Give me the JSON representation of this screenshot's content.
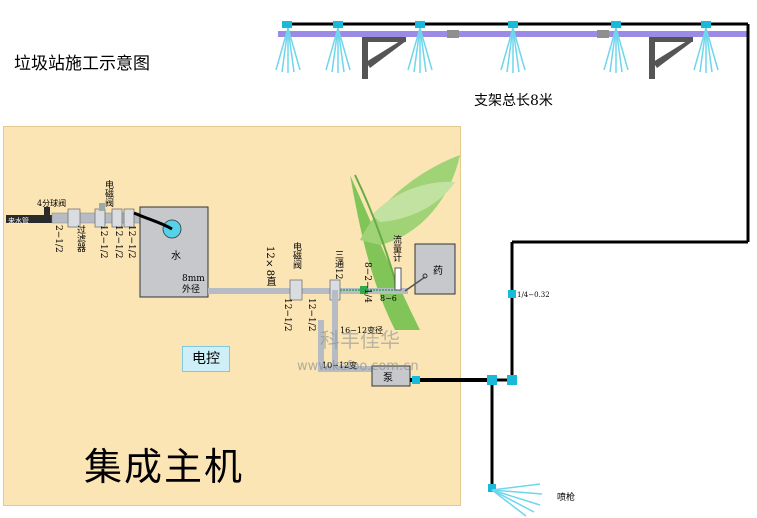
{
  "title": "垃圾站施工示意图",
  "bracket_note": "支架总长8米",
  "main_title": "集成主机",
  "control_label": "电控",
  "tap_label": "来水管",
  "valve_label": "4分球阀",
  "solenoid_label_1": "电磁阀",
  "solenoid_label_2": "电磁阀",
  "fitting_a": "2−1/2",
  "fitting_b": "12−1/2",
  "fitting_c": "12−1/2",
  "fitting_d": "12−1/2",
  "filter_label": "过滤器",
  "tank_label": "水",
  "tank_size": "8mm\n外径",
  "pipe_size": "12×8直",
  "tee_label": "三通12",
  "fitting_e": "12−1/2",
  "fitting_f": "12−1/2",
  "fitting_g": "8−2−1/4",
  "flow_label": "流量计",
  "fitting_h": "8−6",
  "medicine_label": "药",
  "reducer_label": "16−12变径",
  "reducer_label_2": "10−12变",
  "pump_label": "泵",
  "nozzle_spec": "1/4−0.32",
  "gun_label": "喷枪",
  "watermark_brand": "科丰佳华",
  "watermark_url": "www.kefoo.com.cn",
  "colors": {
    "panel": "#fbe5b5",
    "boom": "#9b8ae6",
    "spray": "#6fd6ec",
    "pipe_grey": "#b7bcc4",
    "bracket": "#555555",
    "leaf": "#6cc04a"
  }
}
